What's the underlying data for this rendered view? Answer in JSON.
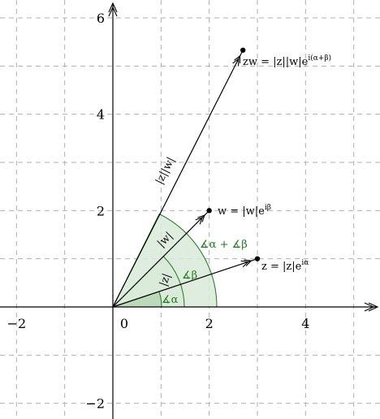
{
  "axes": {
    "x_ticks": [
      {
        "value": -2,
        "label": "−2"
      },
      {
        "value": 0,
        "label": "0"
      },
      {
        "value": 2,
        "label": "2"
      },
      {
        "value": 4,
        "label": "4"
      }
    ],
    "y_ticks": [
      {
        "value": -2,
        "label": "−2"
      },
      {
        "value": 2,
        "label": "2"
      },
      {
        "value": 4,
        "label": "4"
      },
      {
        "value": 6,
        "label": "6"
      }
    ],
    "xlim": [
      -2.33,
      5.5
    ],
    "ylim": [
      -2.33,
      6.33
    ]
  },
  "colors": {
    "vector": "#000000",
    "grid": "#b0b0b0",
    "angle_text": "#1b7a1b",
    "angle_fill": "#d9ead9",
    "angle_fill_dark": "#b6d6b6",
    "angle_stroke": "#2e7d32"
  },
  "vectors": [
    {
      "id": "z",
      "x": 3,
      "y": 1,
      "label": "z = |z|e^{iα}"
    },
    {
      "id": "w",
      "x": 2,
      "y": 2,
      "label": "w = |w|e^{iβ}"
    },
    {
      "id": "zw",
      "x": 2.7,
      "y": 5.33,
      "label": "zw = |z||w|e^{i(α+β)}"
    }
  ],
  "labels": {
    "z": {
      "base": "z = |z|e",
      "sup": "iα"
    },
    "w": {
      "base": "w = |w|e",
      "sup": "iβ"
    },
    "zw": {
      "base": "zw = |z||w|e",
      "sup": "i(α+β)"
    },
    "mod_z": "|z|",
    "mod_w": "|w|",
    "mod_zw": "|z||w|",
    "angle_alpha": "∡α",
    "angle_beta": "∡β",
    "angle_sum": "∡α + ∡β"
  }
}
